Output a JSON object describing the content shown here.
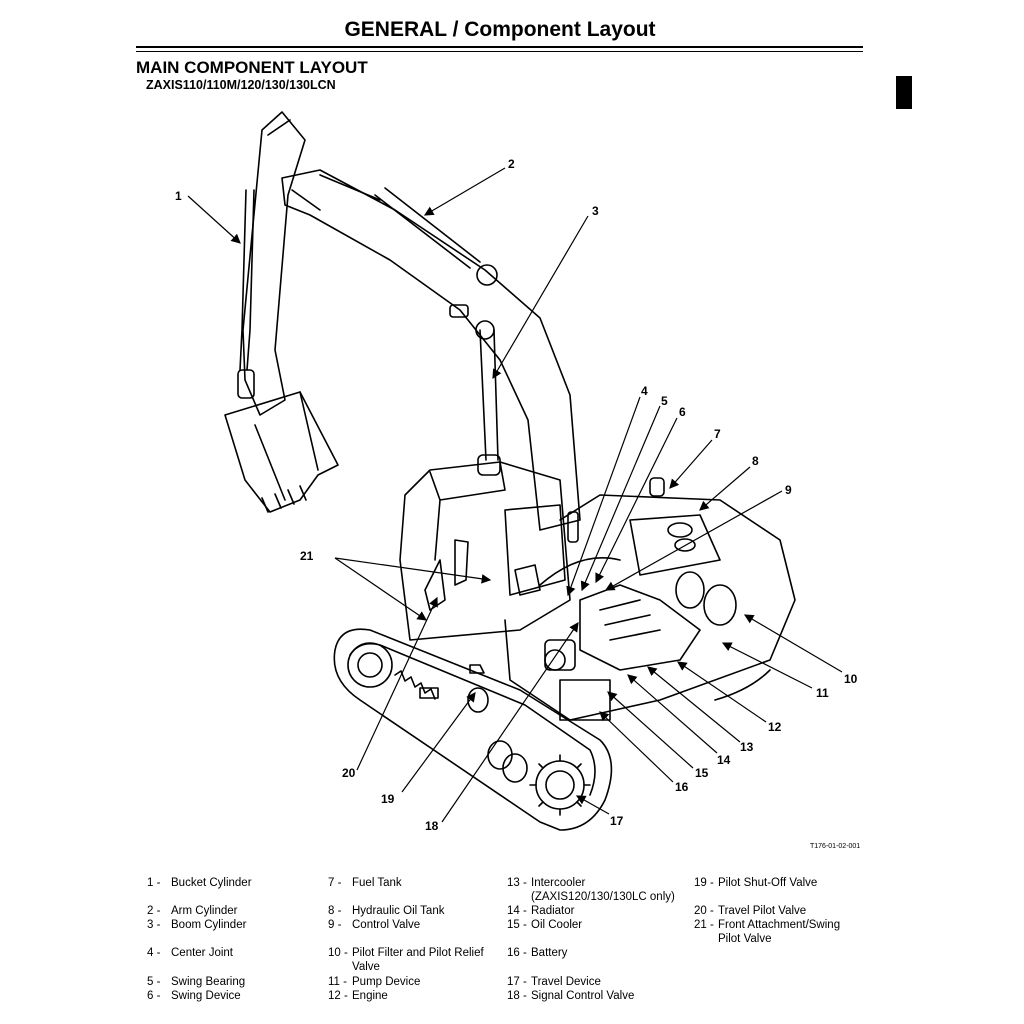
{
  "header": {
    "title": "GENERAL / Component Layout"
  },
  "section": {
    "title": "MAIN COMPONENT LAYOUT",
    "models": "ZAXIS110/110M/120/130/130LCN"
  },
  "figure": {
    "id": "T176-01-02-001",
    "callouts": [
      "1",
      "2",
      "3",
      "4",
      "5",
      "6",
      "7",
      "8",
      "9",
      "10",
      "11",
      "12",
      "13",
      "14",
      "15",
      "16",
      "17",
      "18",
      "19",
      "20",
      "21"
    ]
  },
  "legend": [
    {
      "num": "1 -",
      "label": "Bucket Cylinder"
    },
    {
      "num": "2 -",
      "label": "Arm Cylinder"
    },
    {
      "num": "3 -",
      "label": "Boom Cylinder"
    },
    {
      "num": "4 -",
      "label": "Center Joint"
    },
    {
      "num": "5 -",
      "label": "Swing Bearing"
    },
    {
      "num": "6 -",
      "label": "Swing Device"
    },
    {
      "num": "7 -",
      "label": "Fuel Tank"
    },
    {
      "num": "8 -",
      "label": "Hydraulic Oil Tank"
    },
    {
      "num": "9 -",
      "label": "Control Valve"
    },
    {
      "num": "10 -",
      "label": "Pilot Filter and Pilot Relief",
      "cont": "Valve"
    },
    {
      "num": "11 -",
      "label": "Pump Device"
    },
    {
      "num": "12 -",
      "label": "Engine"
    },
    {
      "num": "13 -",
      "label": "Intercooler",
      "cont": "(ZAXIS120/130/130LC only)"
    },
    {
      "num": "14 -",
      "label": "Radiator"
    },
    {
      "num": "15 -",
      "label": "Oil Cooler"
    },
    {
      "num": "16 -",
      "label": "Battery"
    },
    {
      "num": "17 -",
      "label": "Travel Device"
    },
    {
      "num": "18 -",
      "label": "Signal Control Valve"
    },
    {
      "num": "19 -",
      "label": "Pilot Shut-Off Valve"
    },
    {
      "num": "20 -",
      "label": "Travel Pilot Valve"
    },
    {
      "num": "21 -",
      "label": "Front Attachment/Swing",
      "cont": "Pilot Valve"
    }
  ]
}
